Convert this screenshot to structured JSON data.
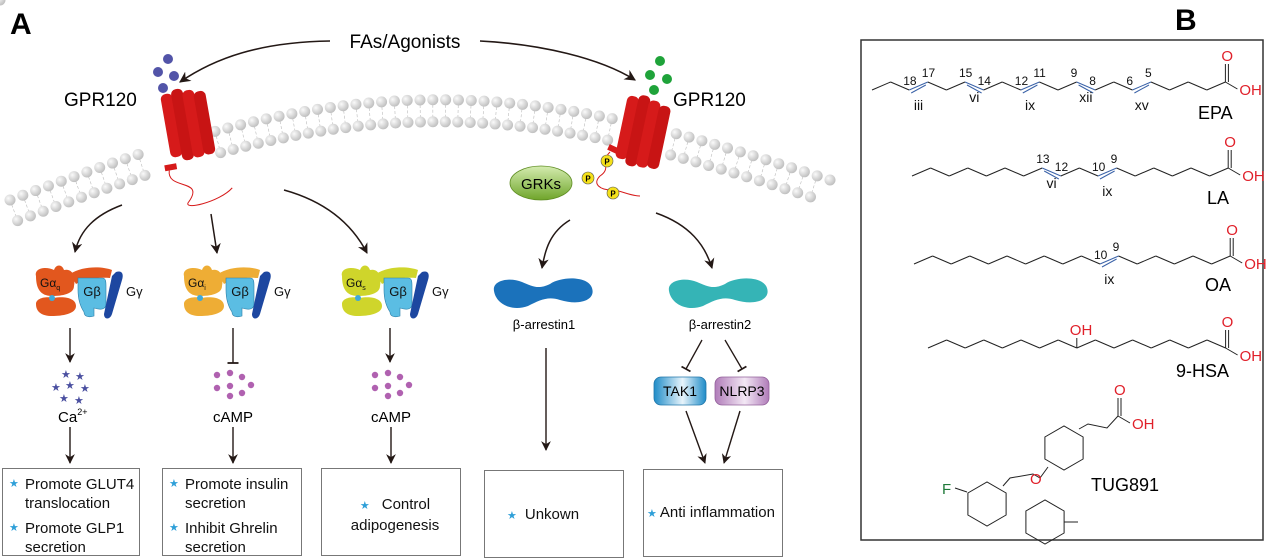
{
  "panel_labels": {
    "a": "A",
    "b": "B"
  },
  "ligand_label": "FAs/Agonists",
  "receptor_left": "GPR120",
  "receptor_right": "GPR120",
  "grks_label": "GRKs",
  "phospho_label": "P",
  "colors": {
    "receptor": "#d61a1a",
    "ligand_left": "#5254a8",
    "ligand_right": "#1fa33a",
    "gaq": "#e2571e",
    "gai": "#eead35",
    "gas": "#cfd52b",
    "gbeta": "#5bbde3",
    "ggamma": "#1d47a0",
    "arrestin1": "#1b72bb",
    "arrestin2": "#35b4b6",
    "tak1": "#2a95cf",
    "nlrp3": "#b886c0",
    "grks": "#8cbd3d",
    "star": "#2e9fd8",
    "acid": "#e0202a",
    "fluorine": "#1f7a3a",
    "double_bond": "#3a62a8"
  },
  "g_proteins": [
    {
      "alpha": "Gα",
      "alpha_sub": "q",
      "beta": "Gβ",
      "gamma": "Gγ"
    },
    {
      "alpha": "Gα",
      "alpha_sub": "i",
      "beta": "Gβ",
      "gamma": "Gγ"
    },
    {
      "alpha": "Gα",
      "alpha_sub": "s",
      "beta": "Gβ",
      "gamma": "Gγ"
    }
  ],
  "messengers": [
    {
      "label": "Ca",
      "sup": "2+"
    },
    {
      "label": "cAMP"
    },
    {
      "label": "cAMP"
    }
  ],
  "arrestins": [
    "β-arrestin1",
    "β-arrestin2"
  ],
  "kinases": [
    "TAK1",
    "NLRP3"
  ],
  "outcome_boxes": [
    {
      "items": [
        "Promote GLUT4 translocation",
        "Promote GLP1 secretion"
      ]
    },
    {
      "items": [
        "Promote insulin secretion",
        "Inhibit Ghrelin secretion"
      ]
    },
    {
      "items": [
        "Control adipogenesis"
      ]
    },
    {
      "items": [
        "Unkown"
      ]
    },
    {
      "items": [
        "Anti inflammation"
      ]
    }
  ],
  "molecules": {
    "epa": {
      "name": "EPA",
      "positions": [
        "18",
        "17",
        "15",
        "14",
        "12",
        "11",
        "9",
        "8",
        "6",
        "5"
      ],
      "omega": [
        "iii",
        "vi",
        "ix",
        "xii",
        "xv"
      ]
    },
    "la": {
      "name": "LA",
      "positions": [
        "13",
        "12",
        "10",
        "9"
      ],
      "omega": [
        "vi",
        "ix"
      ]
    },
    "oa": {
      "name": "OA",
      "positions": [
        "10",
        "9"
      ],
      "omega": [
        "ix"
      ]
    },
    "hsa": {
      "name": "9-HSA",
      "hydroxyl": "OH"
    },
    "tug": {
      "name": "TUG891",
      "fluorine": "F",
      "ether_o": "O"
    },
    "acid_o": "O",
    "acid_oh": "OH"
  }
}
